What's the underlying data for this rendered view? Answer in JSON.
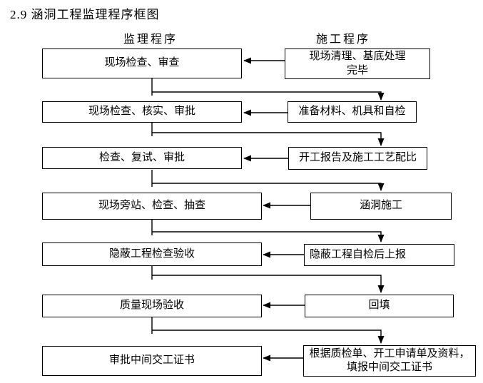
{
  "page": {
    "heading": "2.9 涵洞工程监理程序框图",
    "background_color": "#ffffff",
    "text_color": "#000000",
    "line_color": "#000000"
  },
  "flowchart": {
    "supervision_column_header": "监理程序",
    "construction_column_header": "施工程序",
    "supervision_steps": [
      "现场检查、审查",
      "现场检查、核实、审批",
      "检查、复试、审批",
      "现场旁站、检查、抽查",
      "隐蔽工程检查验收",
      "质量现场验收",
      "审批中间交工证书"
    ],
    "construction_steps": [
      "现场清理、基底处理\n完毕",
      "准备材料、机具和自检",
      "开工报告及施工工艺配比",
      "涵洞施工",
      "隐蔽工程自检后上报",
      "回填",
      "根据质检单、开工申请单及资料，\n填报中间交工证书"
    ]
  }
}
